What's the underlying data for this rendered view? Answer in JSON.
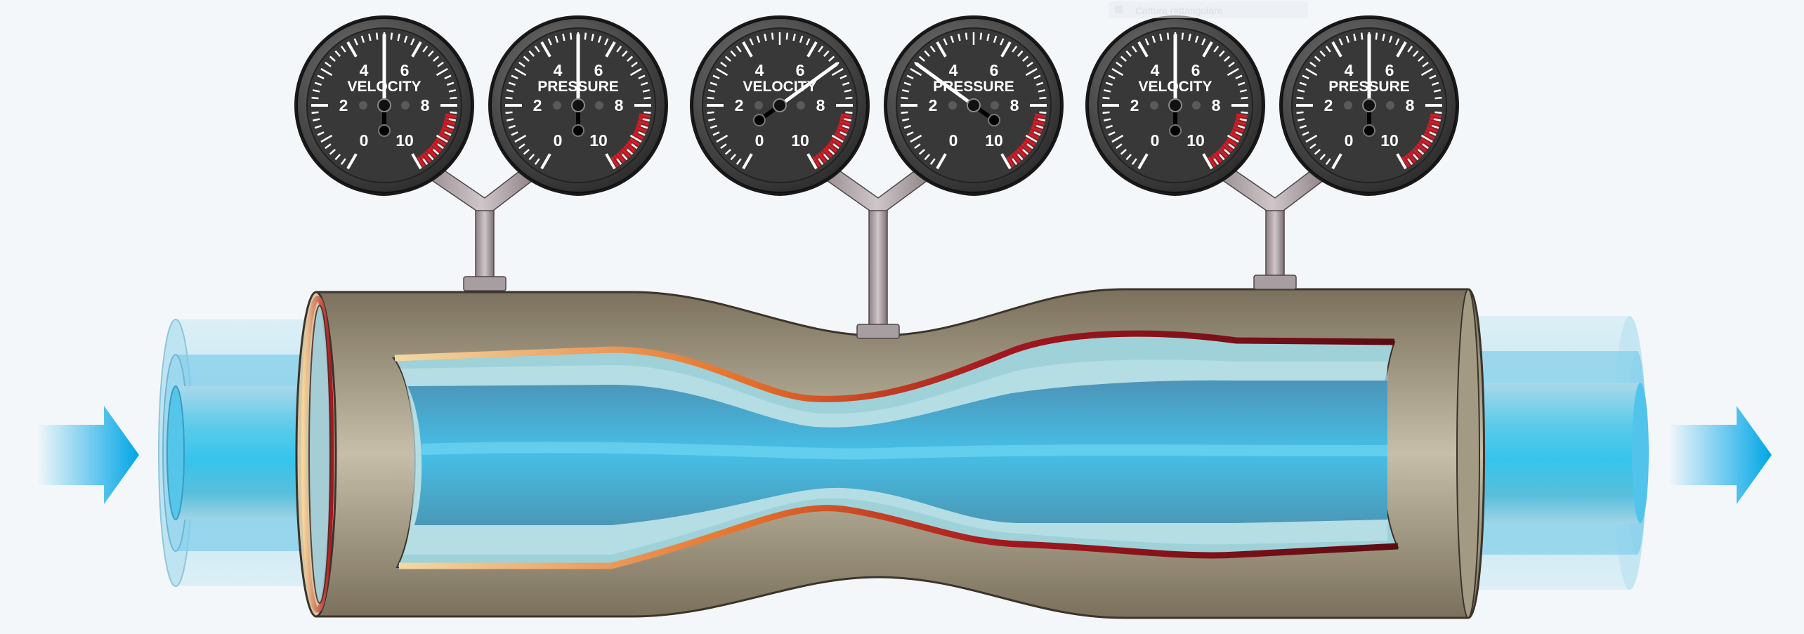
{
  "diagram": {
    "subject": "Venturi tube - velocity and pressure",
    "flow_direction": "left-to-right",
    "ghost_label": "Cattura rettangolare",
    "scale": {
      "min": 0,
      "max": 10,
      "labels": [
        "0",
        "2",
        "4",
        "6",
        "8",
        "10"
      ],
      "redline_from": 8.3
    },
    "gauge_pairs": [
      {
        "location": "inlet",
        "gauges": [
          {
            "label": "VELOCITY",
            "reading": 5.0
          },
          {
            "label": "PRESSURE",
            "reading": 5.0
          }
        ]
      },
      {
        "location": "throat",
        "gauges": [
          {
            "label": "VELOCITY",
            "reading": 6.8
          },
          {
            "label": "PRESSURE",
            "reading": 3.2
          }
        ]
      },
      {
        "location": "outlet",
        "gauges": [
          {
            "label": "VELOCITY",
            "reading": 5.0
          },
          {
            "label": "PRESSURE",
            "reading": 5.0
          }
        ]
      }
    ]
  }
}
